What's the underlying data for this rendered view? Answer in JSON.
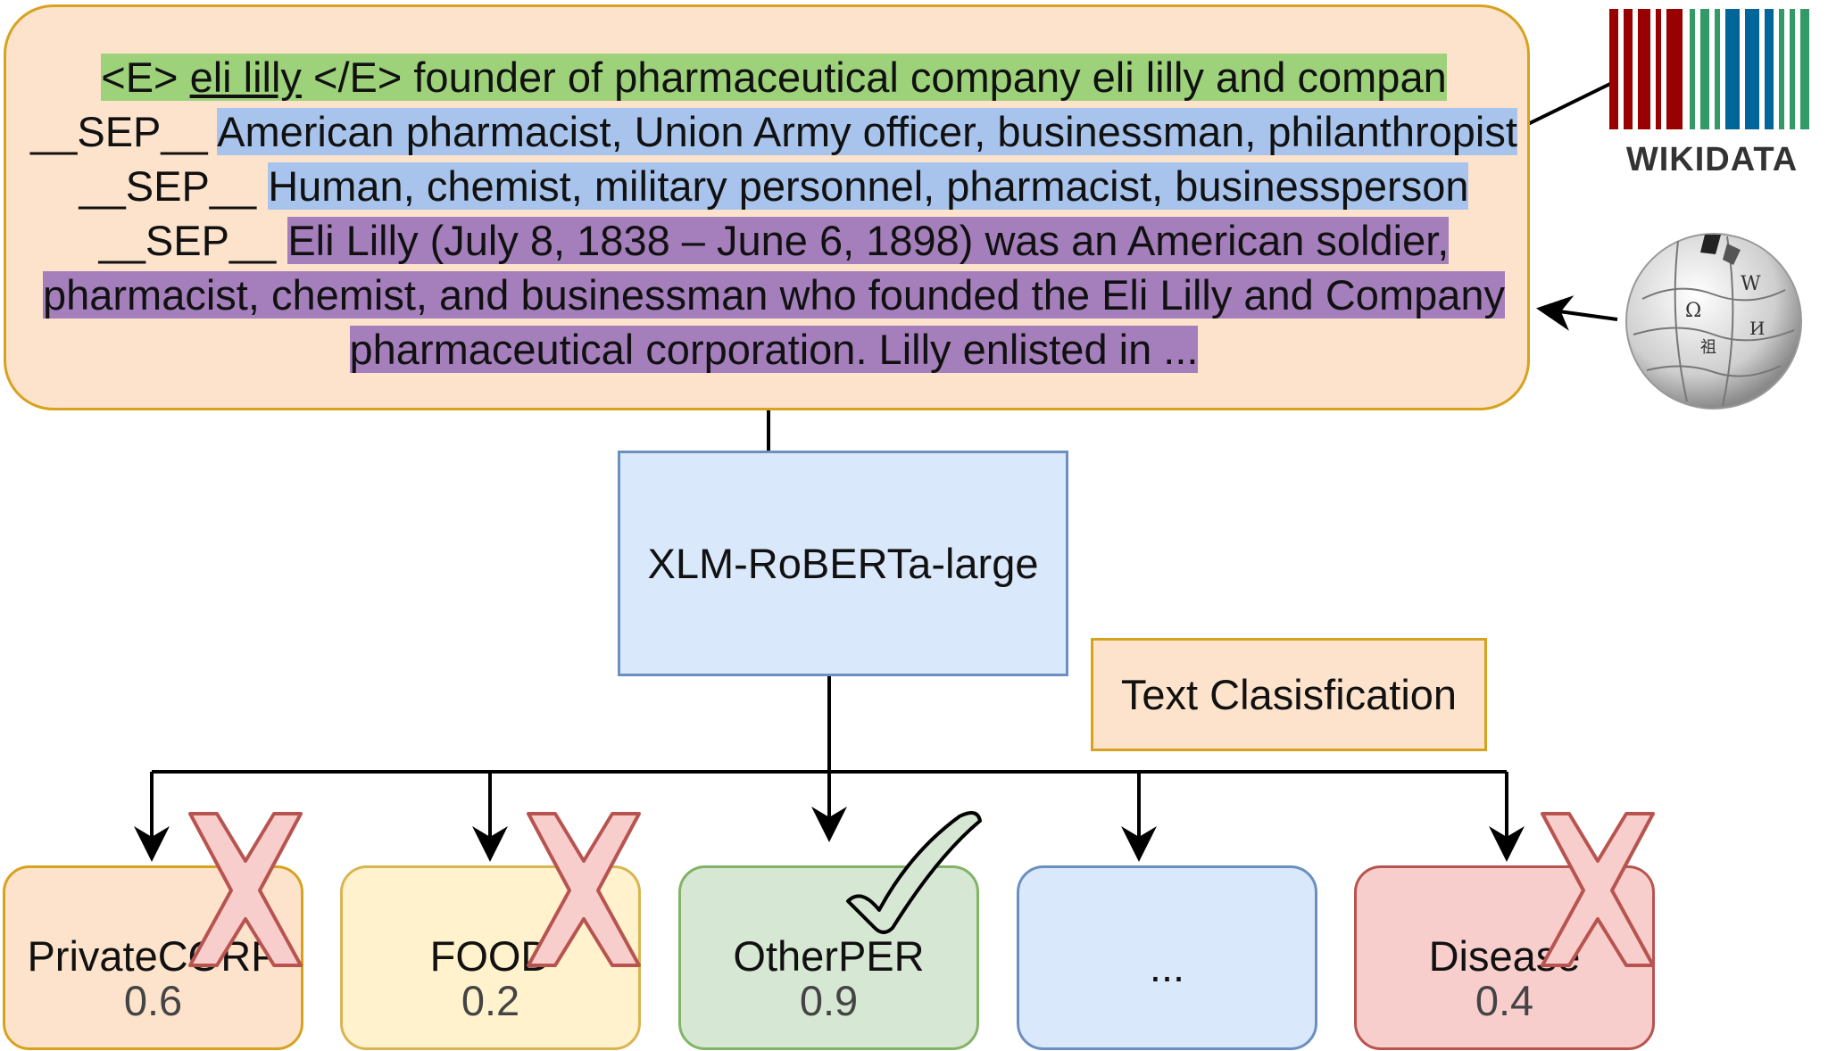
{
  "input": {
    "entity_open": "<E>",
    "entity_name": "eli lilly",
    "entity_close": "</E>",
    "entity_context": "founder of pharmaceutical  company eli lilly and compan",
    "sep1": "__SEP__",
    "wikidata_desc": "American pharmacist, Union Army officer, businessman, philanthropist",
    "sep2": "__SEP__",
    "wikidata_types": "Human, chemist, military personnel, pharmacist, businessperson",
    "sep3": "__SEP__",
    "wikipedia_text": "Eli Lilly (July 8, 1838 – June 6, 1898) was an American soldier, pharmacist, chemist, and businessman who founded the Eli Lilly and Company pharmaceutical corporation. Lilly enlisted in ..."
  },
  "sources": {
    "wikidata_label": "WIKIDATA",
    "wikipedia_icon": "wikipedia-globe-icon"
  },
  "model": {
    "label": "XLM-RoBERTa-large"
  },
  "task": {
    "label": "Text Clasisfication"
  },
  "classes": [
    {
      "label": "PrivateCORP",
      "score": "0.6",
      "mark": "cross"
    },
    {
      "label": "FOOD",
      "score": "0.2",
      "mark": "cross"
    },
    {
      "label": "OtherPER",
      "score": "0.9",
      "mark": "check"
    },
    {
      "label": "...",
      "score": "",
      "mark": "none"
    },
    {
      "label": "Disease",
      "score": "0.4",
      "mark": "cross"
    }
  ],
  "colors": {
    "green_highlight": "#9dd27b",
    "blue_highlight": "#a8c4ec",
    "purple_highlight": "#a57fbc",
    "cross_fill": "#f8cecc",
    "cross_stroke": "#b85450",
    "check_fill": "#d6e8d3"
  }
}
